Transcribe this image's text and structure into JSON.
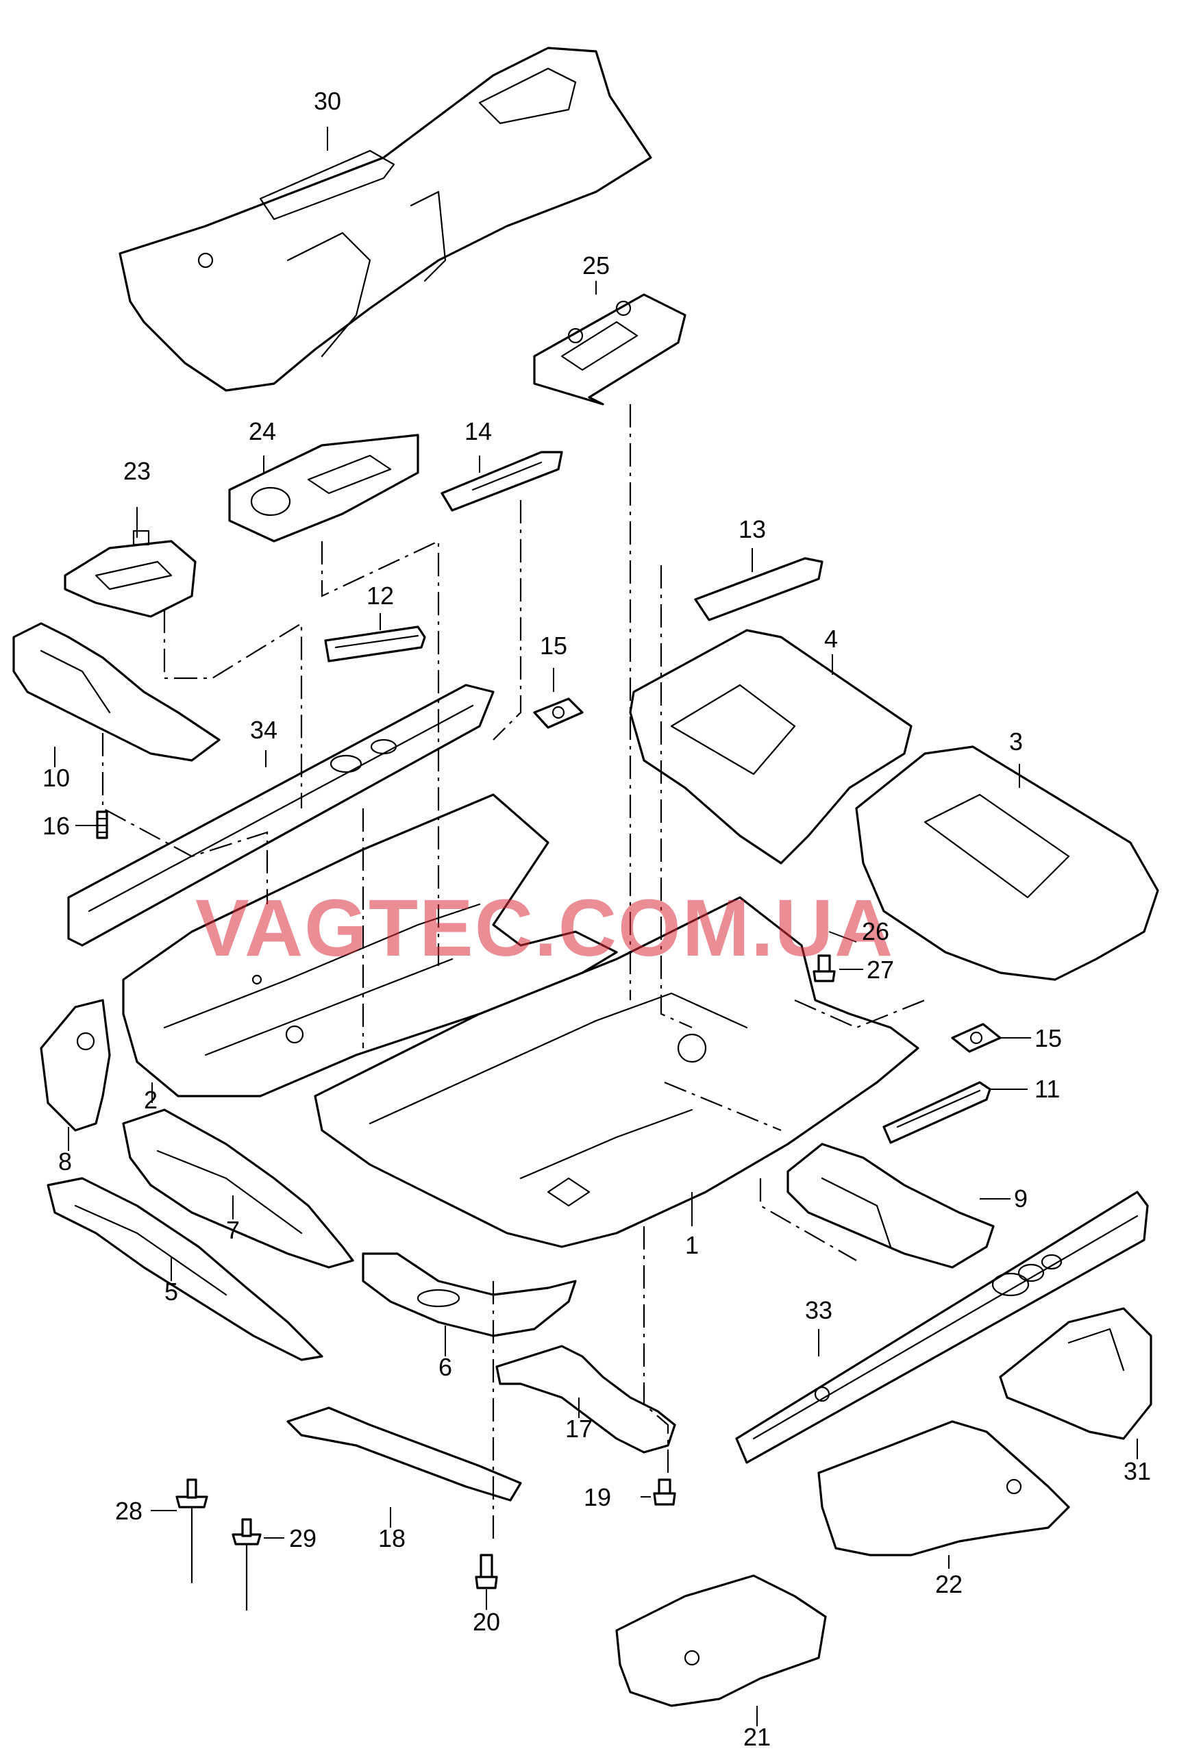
{
  "watermark": "VAGTEC.COM.UA",
  "callouts": [
    "1",
    "2",
    "3",
    "4",
    "5",
    "6",
    "7",
    "8",
    "9",
    "10",
    "11",
    "12",
    "13",
    "14",
    "15",
    "15",
    "16",
    "17",
    "18",
    "19",
    "20",
    "21",
    "22",
    "23",
    "24",
    "25",
    "26",
    "27",
    "28",
    "29",
    "30",
    "31",
    "33",
    "34"
  ],
  "colors": {
    "line": "#000000",
    "background": "#ffffff",
    "watermark": "#d9303c"
  }
}
